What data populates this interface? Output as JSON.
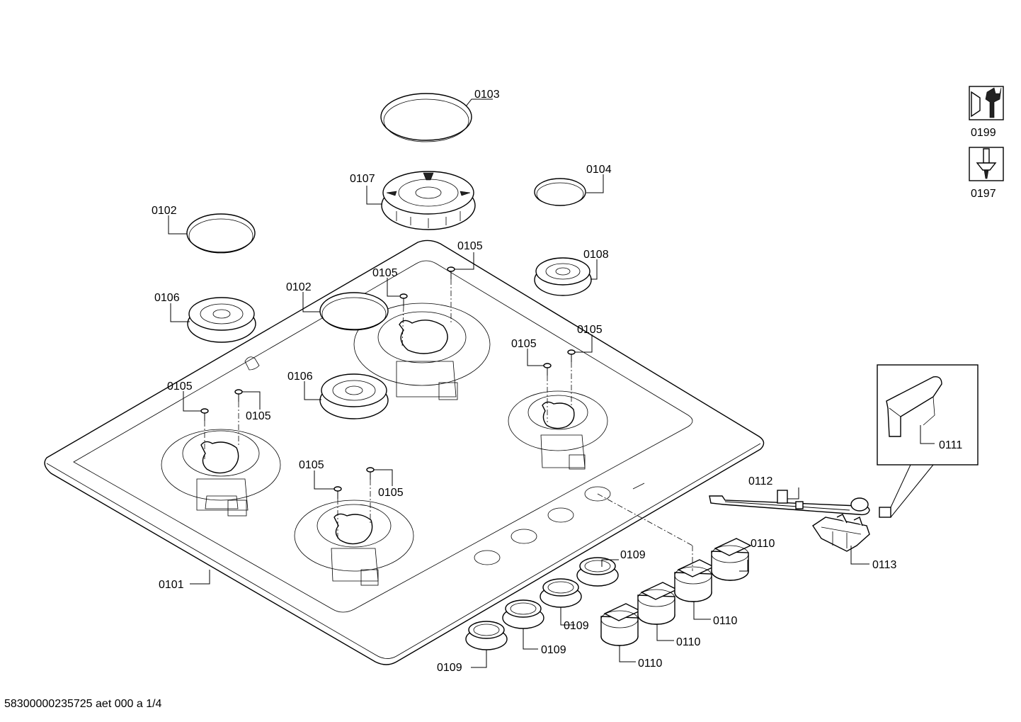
{
  "labels": {
    "l0101": "0101",
    "l0102a": "0102",
    "l0102b": "0102",
    "l0103": "0103",
    "l0104": "0104",
    "l0105a": "0105",
    "l0105b": "0105",
    "l0105c": "0105",
    "l0105d": "0105",
    "l0105e": "0105",
    "l0105f": "0105",
    "l0105g": "0105",
    "l0105h": "0105",
    "l0106a": "0106",
    "l0106b": "0106",
    "l0107": "0107",
    "l0108": "0108",
    "l0109a": "0109",
    "l0109b": "0109",
    "l0109c": "0109",
    "l0109d": "0109",
    "l0110a": "0110",
    "l0110b": "0110",
    "l0110c": "0110",
    "l0110d": "0110",
    "l0111": "0111",
    "l0112": "0112",
    "l0113": "0113",
    "l0197": "0197",
    "l0199": "0199"
  },
  "footer": "58300000235725 aet 000 a 1/4",
  "icons": {
    "tool_0199": "wrench-nut-icon",
    "tool_0197": "screwdriver-icon"
  }
}
